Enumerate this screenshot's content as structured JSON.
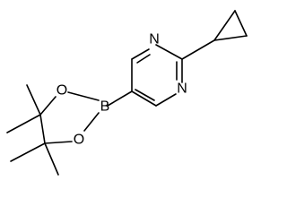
{
  "molecule": {
    "atoms": {
      "n_top": "N",
      "n_bottom": "N",
      "boron": "B",
      "o_upper": "O",
      "o_lower": "O"
    }
  },
  "colors": {
    "bond": "#000000",
    "background": "#ffffff"
  }
}
